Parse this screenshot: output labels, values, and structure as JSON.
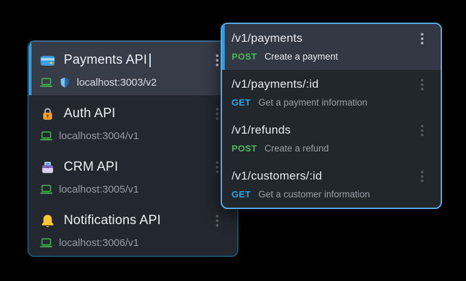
{
  "colors": {
    "selection_accent": "#2e9ce4",
    "left_panel_border": "#1f4e68",
    "right_panel_border": "#58abe4",
    "panel_bg": "#23272f",
    "selected_item_bg": "#363d49",
    "method_post": "#4db85a",
    "method_get": "#2ba7e8"
  },
  "left_panel": {
    "items": [
      {
        "name": "Payments API",
        "icon": "credit-card",
        "url": "localhost:3003/v2",
        "selected": true,
        "secure": true
      },
      {
        "name": "Auth API",
        "icon": "lock",
        "url": "localhost:3004/v1",
        "selected": false
      },
      {
        "name": "CRM API",
        "icon": "card-file-box",
        "url": "localhost:3005/v1",
        "selected": false
      },
      {
        "name": "Notifications API",
        "icon": "bell",
        "url": "localhost:3006/v1",
        "selected": false
      }
    ]
  },
  "right_panel": {
    "items": [
      {
        "path": "/v1/payments",
        "method": "POST",
        "description": "Create a payment",
        "selected": true
      },
      {
        "path": "/v1/payments/:id",
        "method": "GET",
        "description": "Get a payment information",
        "selected": false
      },
      {
        "path": "/v1/refunds",
        "method": "POST",
        "description": "Create a refund",
        "selected": false
      },
      {
        "path": "/v1/customers/:id",
        "method": "GET",
        "description": "Get a customer information",
        "selected": false
      }
    ]
  }
}
